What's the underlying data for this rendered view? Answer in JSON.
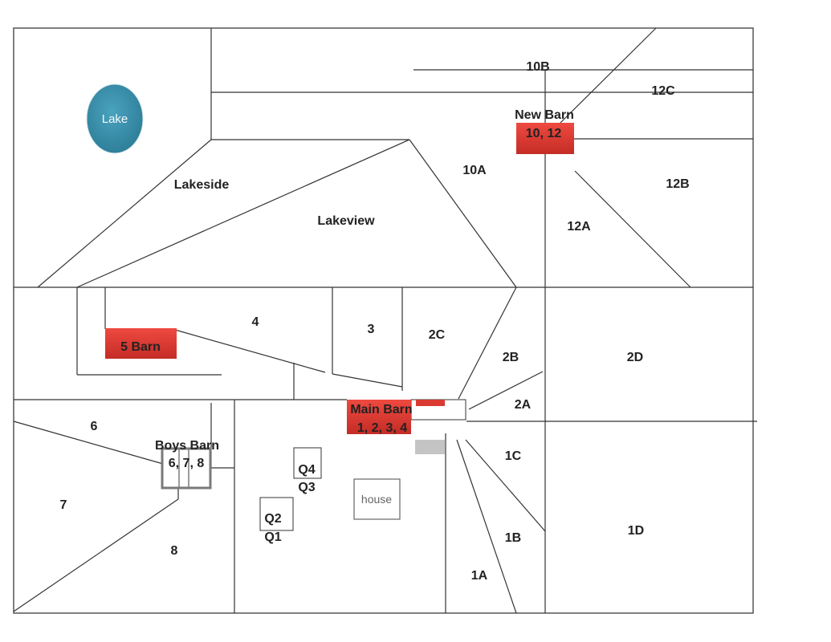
{
  "colors": {
    "barn": "#d93a32",
    "lake": "#3b93ae",
    "lines": "#333333",
    "box_gray": "#7a7a7a",
    "patch_gray": "#c4c4c4"
  },
  "lake": {
    "label": "Lake"
  },
  "barns": {
    "new_barn": {
      "title": "New Barn",
      "numbers": "10, 12"
    },
    "five_barn": {
      "title": "5 Barn"
    },
    "main_barn": {
      "title": "Main Barn",
      "numbers": "1, 2, 3, 4"
    },
    "boys_barn": {
      "title": "Boys Barn",
      "numbers": "6, 7, 8"
    }
  },
  "house": {
    "label": "house"
  },
  "paddocks": {
    "p10B": "10B",
    "p12C": "12C",
    "p10A": "10A",
    "p12B": "12B",
    "p12A": "12A",
    "lakeside": "Lakeside",
    "lakeview": "Lakeview",
    "p4": "4",
    "p3": "3",
    "p2C": "2C",
    "p2B": "2B",
    "p2D": "2D",
    "p2A": "2A",
    "p6": "6",
    "p7": "7",
    "p8": "8",
    "p1C": "1C",
    "p1B": "1B",
    "p1D": "1D",
    "p1A": "1A"
  },
  "quarters": {
    "q4": "Q4",
    "q3": "Q3",
    "q2": "Q2",
    "q1": "Q1"
  }
}
